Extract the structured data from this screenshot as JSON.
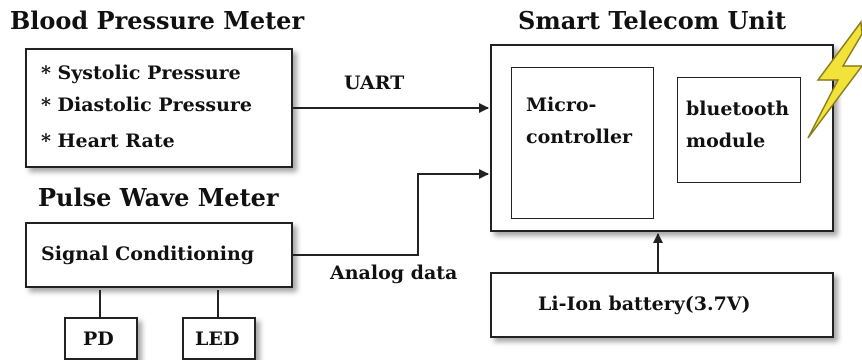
{
  "blood_pressure_meter": {
    "title": "Blood Pressure Meter",
    "items": [
      "* Systolic Pressure",
      "* Diastolic Pressure",
      "* Heart Rate"
    ]
  },
  "pulse_wave_meter": {
    "title": "Pulse Wave Meter",
    "signal_conditioning": "Signal Conditioning",
    "pd": "PD",
    "led": "LED"
  },
  "smart_telecom_unit": {
    "title": "Smart Telecom Unit",
    "microcontroller": [
      "Micro-",
      "controller"
    ],
    "bluetooth": [
      "bluetooth",
      "module"
    ]
  },
  "battery": "Li-Ion battery(3.7V)",
  "connections": {
    "uart": "UART",
    "analog": "Analog data"
  },
  "colors": {
    "bolt_fill": "#f2e33a",
    "bolt_stroke": "#8a7a1a",
    "line": "#222222"
  }
}
